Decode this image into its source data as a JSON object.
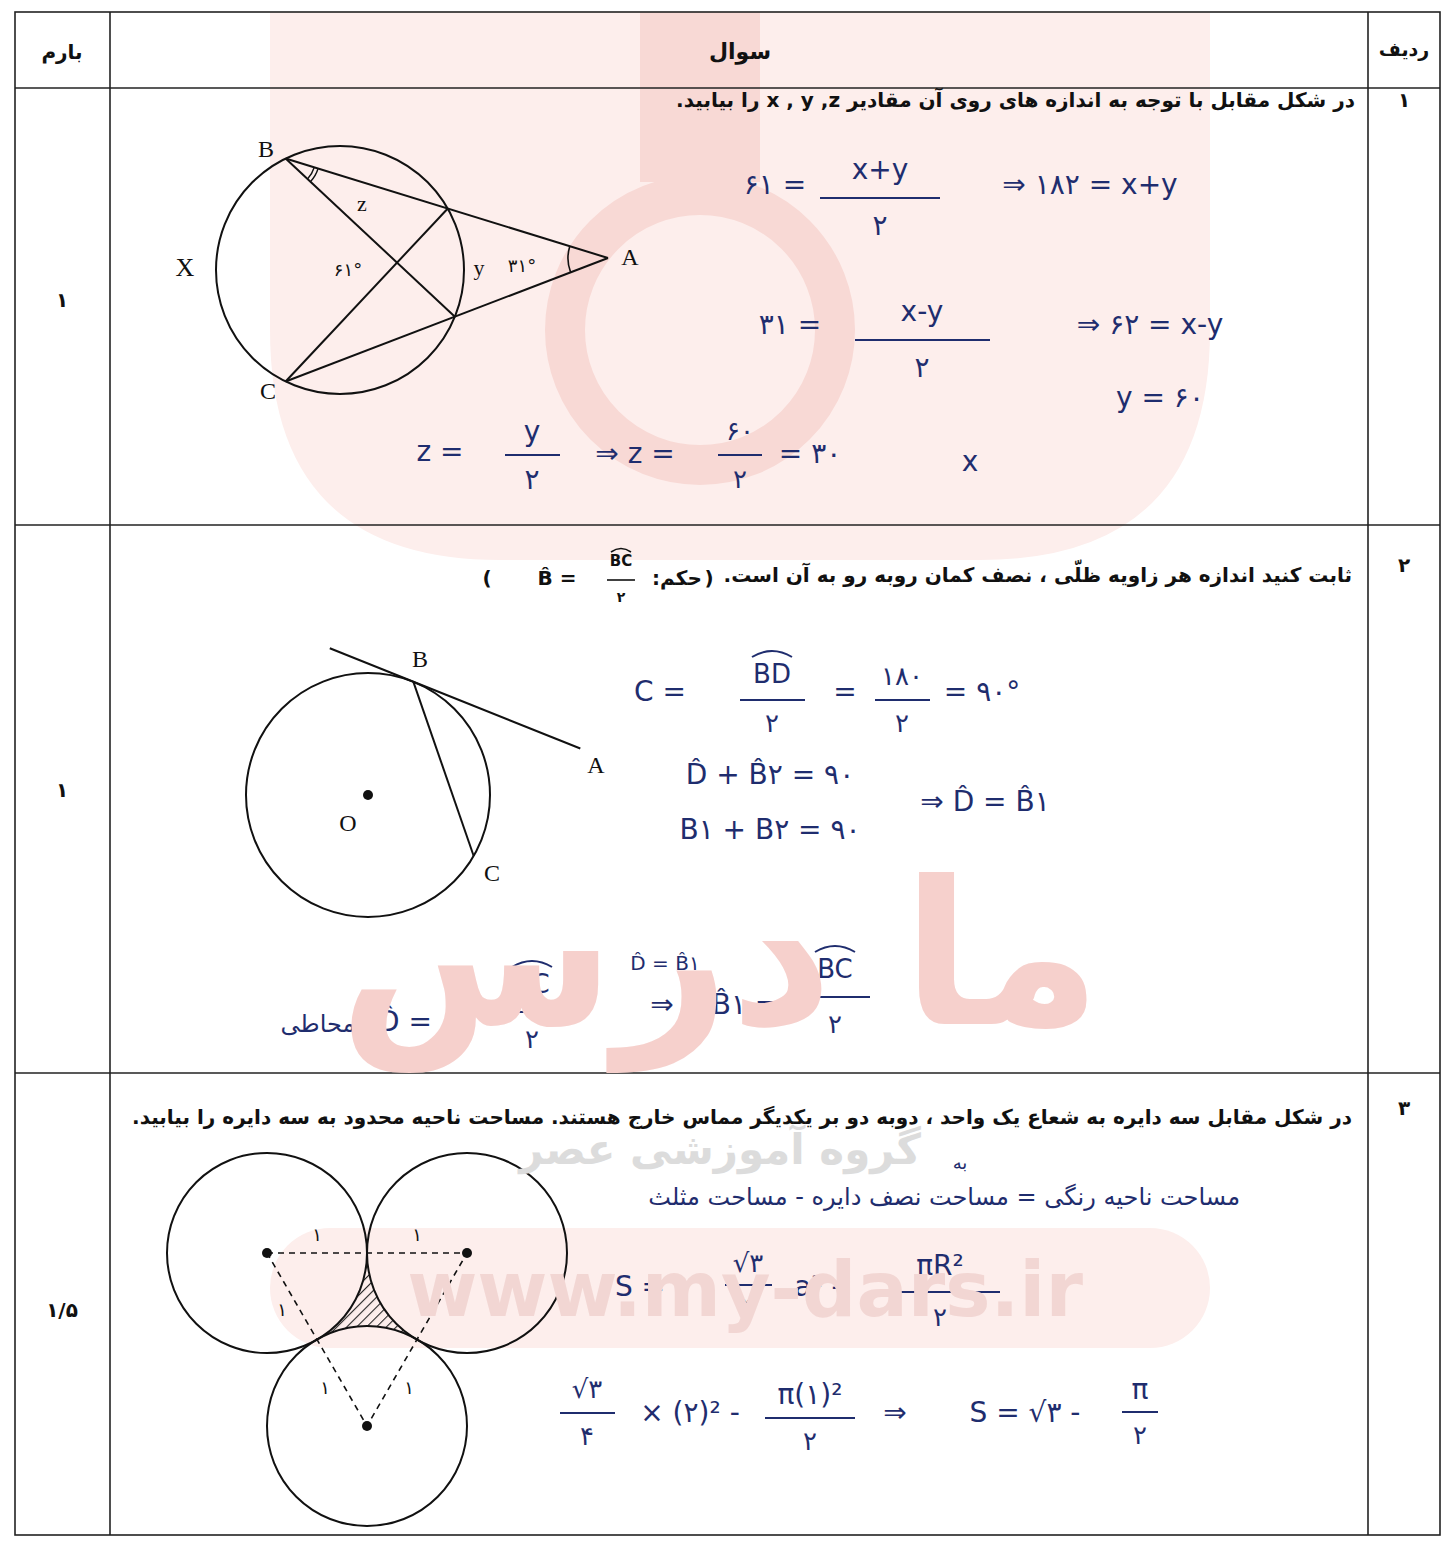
{
  "diagram": {
    "labels": [
      "ردیف",
      "سوال",
      "بارم",
      "۱",
      "در شکل مقابل با توجه به اندازه های روی آن مقادیر x , y ,z را بیابید.",
      "B",
      "X",
      "C",
      "A",
      "y",
      "z",
      "۶۱°",
      "۳۱°",
      "۱",
      "۶۱ =",
      "x+y",
      "۲",
      "⇒ ۱۸۲ = x+y",
      "۳۱ =",
      "x-y",
      "۲",
      "⇒ ۶۲ = x-y",
      "y = ۶۰",
      "z =",
      "y",
      "۲",
      "⇒ z =",
      "۶۰",
      "۲",
      "= ۳۰",
      "x",
      "۲",
      "ثابت کنید اندازه هر زاویه ظلّی ، نصف کمان روبه رو به آن است.",
      "(",
      "B̂ =",
      "BC",
      "۲",
      "حکم:",
      ")",
      "B",
      "A",
      "O",
      "C",
      "۱",
      "C =",
      "BD",
      "۲",
      "=",
      "۱۸۰",
      "۲",
      "= ۹۰°",
      "D̂ + B̂۲ = ۹۰",
      "B۱ + B۲ = ۹۰",
      "⇒ D̂ = B̂۱",
      "محاطی",
      "D̂ =",
      "BC",
      "۲",
      "D̂ = B̂۱",
      "⇒",
      "B̂۱ =",
      "BC",
      "۲",
      "۳",
      "در شکل مقابل سه دایره به شعاع یک واحد ، دوبه دو بر یکدیگر مماس خارج هستند. مساحت ناحیه محدود به سه دایره را بیابید.",
      "۱",
      "۱",
      "۱",
      "۱",
      "۱",
      "۱",
      "۱/۵",
      "به",
      "مساحت ناحیه رنگی = مساحت نصف دایره - مساحت مثلث",
      "S =",
      "√۳",
      "۴",
      "a² -",
      "πR²",
      "۲",
      "√۳",
      "۴",
      "× (۲)² -",
      "π(۱)²",
      "۲",
      "⇒",
      "S = √۳ -",
      "π",
      "۲",
      "ما درس",
      "www.my-dars.ir",
      "گروه آموزشی عصر"
    ]
  }
}
